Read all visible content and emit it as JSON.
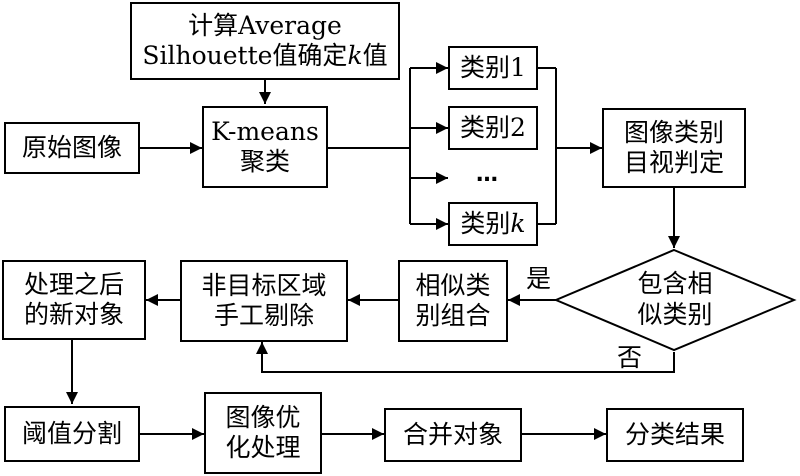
{
  "nodes": {
    "compute_k": {
      "line1": "计算Average",
      "line2_pre": "Silhouette值确定",
      "line2_var": "k",
      "line2_post": "值"
    },
    "original_image": {
      "text": "原始图像"
    },
    "kmeans": {
      "line1": "K-means",
      "line2": "聚类"
    },
    "class1": {
      "text": "类别1"
    },
    "class2": {
      "text": "类别2"
    },
    "class_ellipsis": {
      "text": "…"
    },
    "classk": {
      "text_pre": "类别",
      "text_var": "k"
    },
    "visual_judge": {
      "line1": "图像类别",
      "line2": "目视判定"
    },
    "contains_similar": {
      "line1": "包含相",
      "line2": "似类别"
    },
    "combine_similar": {
      "line1": "相似类",
      "line2": "别组合"
    },
    "manual_removal": {
      "line1": "非目标区域",
      "line2": "手工剔除"
    },
    "new_objects": {
      "line1": "处理之后",
      "line2": "的新对象"
    },
    "threshold_seg": {
      "text": "阈值分割"
    },
    "image_opt": {
      "line1": "图像优",
      "line2": "化处理"
    },
    "merge_objects": {
      "text": "合并对象"
    },
    "result": {
      "text": "分类结果"
    }
  },
  "edge_labels": {
    "yes": "是",
    "no": "否"
  }
}
